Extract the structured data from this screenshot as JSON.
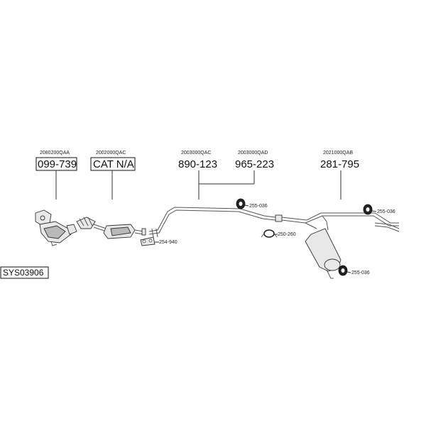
{
  "diagram": {
    "system_code": "SYS03906",
    "part_groups": [
      {
        "oem_code": "2080200QAA",
        "part_number": "099-739",
        "boxed": true
      },
      {
        "oem_code": "2002000QAC",
        "part_number": "CAT N/A",
        "boxed": true
      },
      {
        "oem_code": "2003000QAC",
        "part_number": "890-123",
        "boxed": false
      },
      {
        "oem_code": "2003000QAD",
        "part_number": "965-223",
        "boxed": false
      },
      {
        "oem_code": "2021000QAB",
        "part_number": "281-795",
        "boxed": false
      }
    ],
    "fittings": [
      {
        "code": "255-036"
      },
      {
        "code": "255-036"
      },
      {
        "code": "255-036"
      },
      {
        "code": "250-260"
      },
      {
        "code": "254-940"
      }
    ]
  }
}
